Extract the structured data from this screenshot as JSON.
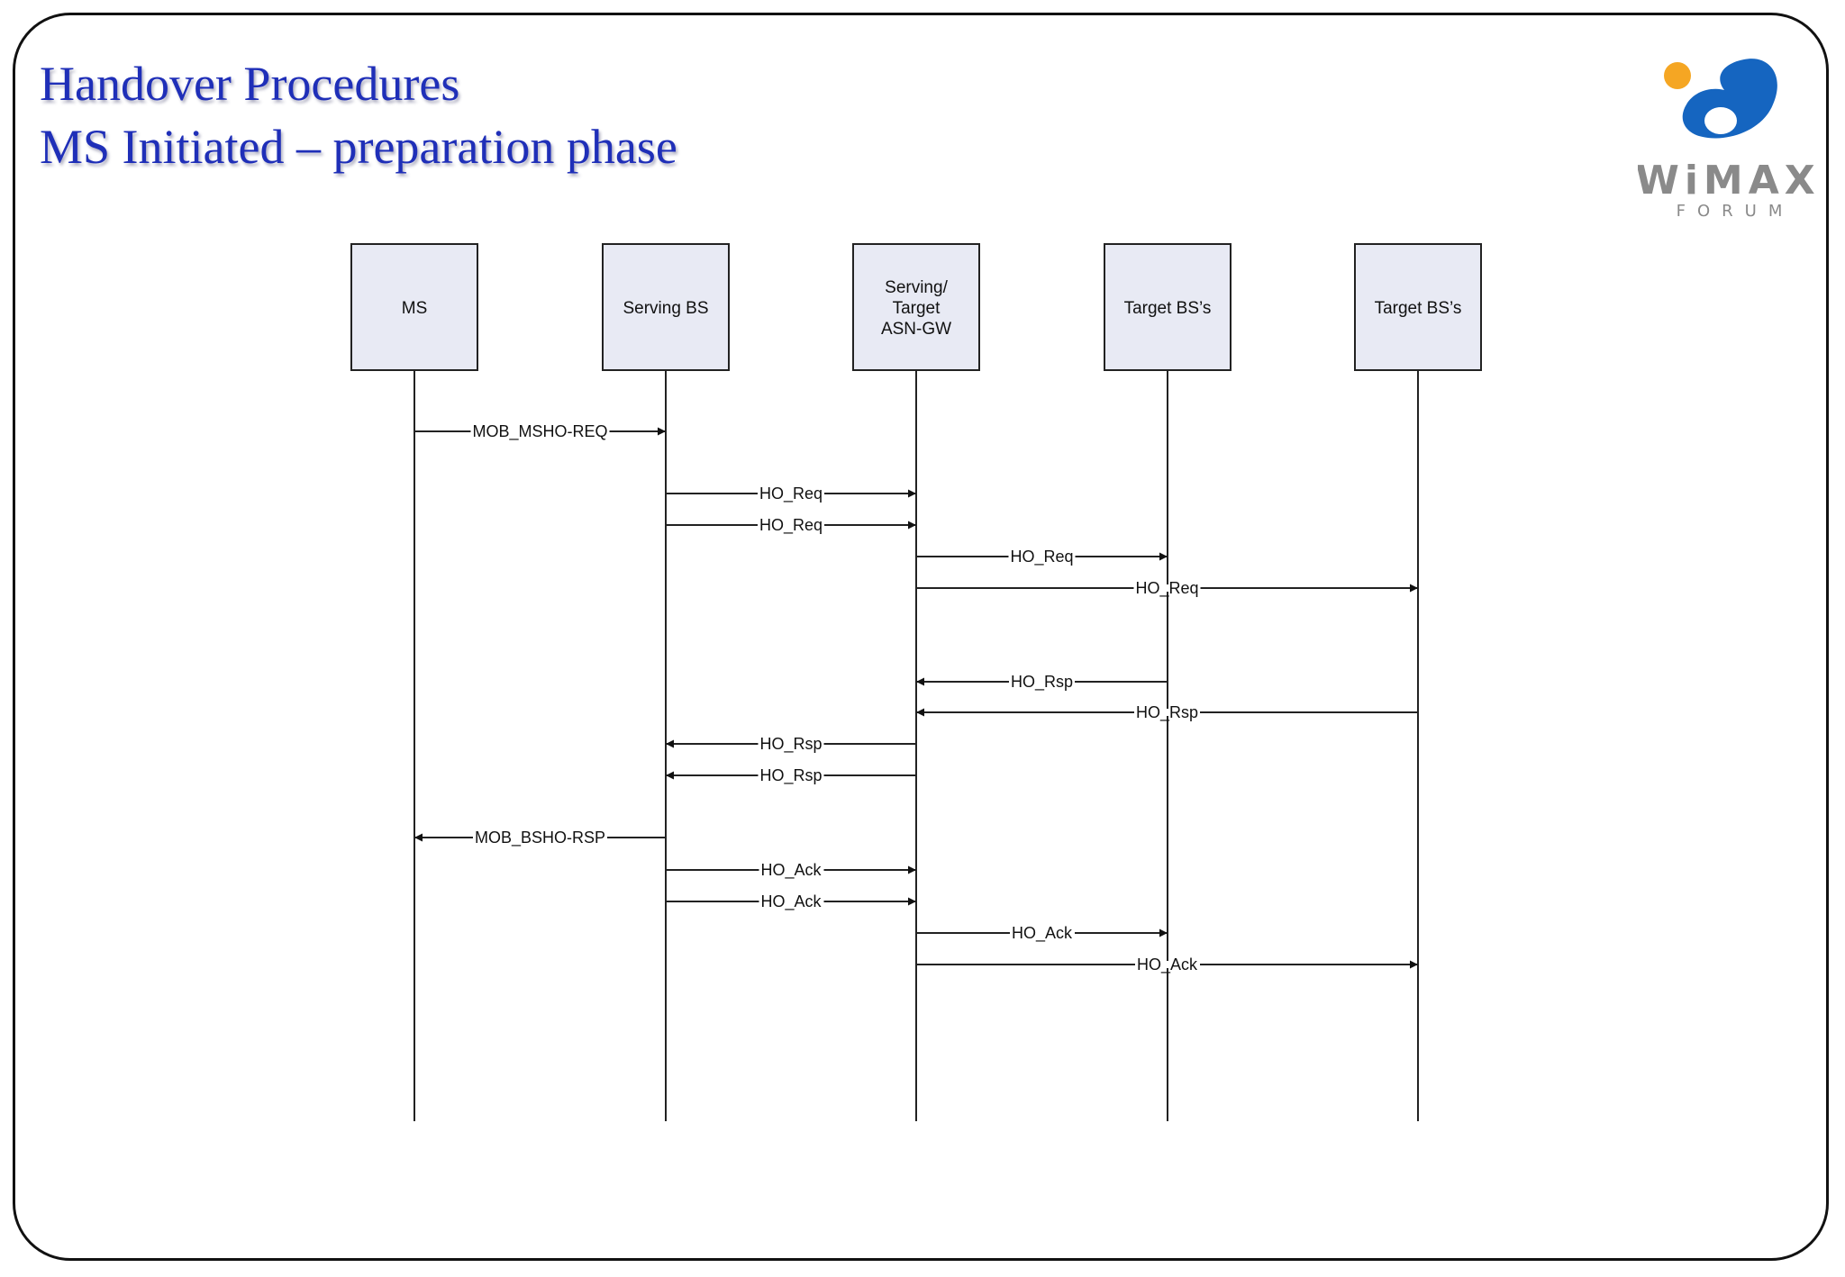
{
  "slide": {
    "title_line1": "Handover Procedures",
    "title_line2": "MS Initiated – preparation phase"
  },
  "logo": {
    "icon": "wimax-forum-logo-icon",
    "wordmark": "WiMAX",
    "subtext": "FORUM",
    "colors": {
      "blue": "#1565c0",
      "orange": "#f5a623",
      "gray": "#8a8a8a"
    }
  },
  "diagram": {
    "participants": [
      {
        "id": "ms",
        "lines": [
          "MS"
        ]
      },
      {
        "id": "serving-bs",
        "lines": [
          "Serving BS"
        ]
      },
      {
        "id": "asn-gw",
        "lines": [
          "Serving/",
          "Target",
          "ASN-GW"
        ]
      },
      {
        "id": "target-bs-1",
        "lines": [
          "Target BS’s"
        ]
      },
      {
        "id": "target-bs-2",
        "lines": [
          "Target BS’s"
        ]
      }
    ],
    "messages": [
      {
        "from": 0,
        "to": 1,
        "label": "MOB_MSHO-REQ"
      },
      {
        "from": 1,
        "to": 2,
        "label": "HO_Req"
      },
      {
        "from": 1,
        "to": 2,
        "label": "HO_Req"
      },
      {
        "from": 2,
        "to": 3,
        "label": "HO_Req"
      },
      {
        "from": 2,
        "to": 4,
        "label": "HO_Req"
      },
      {
        "from": 3,
        "to": 2,
        "label": "HO_Rsp"
      },
      {
        "from": 4,
        "to": 2,
        "label": "HO_Rsp"
      },
      {
        "from": 2,
        "to": 1,
        "label": "HO_Rsp"
      },
      {
        "from": 2,
        "to": 1,
        "label": "HO_Rsp"
      },
      {
        "from": 1,
        "to": 0,
        "label": "MOB_BSHO-RSP"
      },
      {
        "from": 1,
        "to": 2,
        "label": "HO_Ack"
      },
      {
        "from": 1,
        "to": 2,
        "label": "HO_Ack"
      },
      {
        "from": 2,
        "to": 3,
        "label": "HO_Ack"
      },
      {
        "from": 2,
        "to": 4,
        "label": "HO_Ack"
      }
    ],
    "colors": {
      "box_fill": "#e8eaf4",
      "line": "#222222"
    }
  }
}
